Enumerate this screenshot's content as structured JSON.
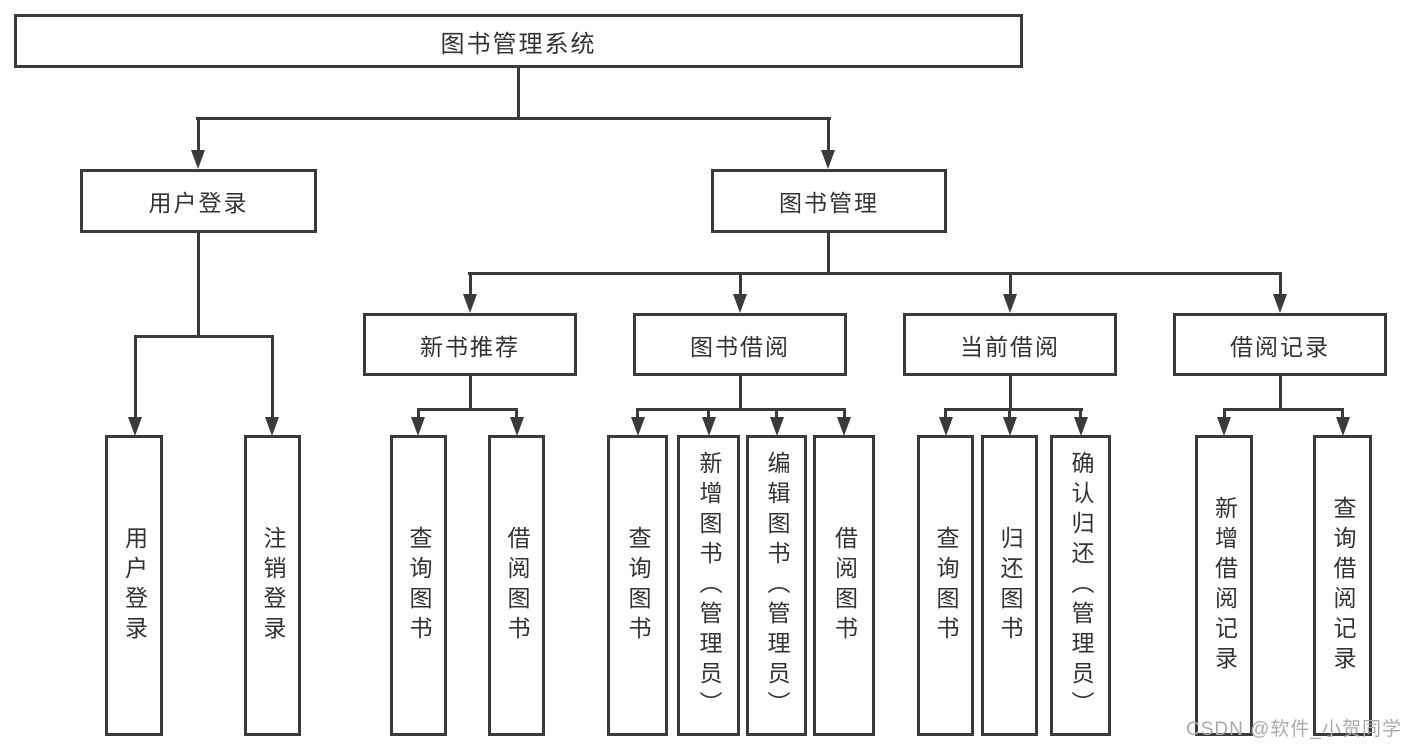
{
  "colors": {
    "line": "#3a3a3a",
    "text": "#333333",
    "watermark": "#ababab",
    "background": "#ffffff"
  },
  "tree": {
    "root": {
      "label": "图书管理系统"
    },
    "branches": [
      {
        "label": "用户登录",
        "children": [
          {
            "label": "用户登录"
          },
          {
            "label": "注销登录"
          }
        ]
      },
      {
        "label": "图书管理",
        "children": [
          {
            "label": "新书推荐",
            "children": [
              {
                "label": "查询图书"
              },
              {
                "label": "借阅图书"
              }
            ]
          },
          {
            "label": "图书借阅",
            "children": [
              {
                "label": "查询图书"
              },
              {
                "label": "新增图书（管理员）"
              },
              {
                "label": "编辑图书（管理员）"
              },
              {
                "label": "借阅图书"
              }
            ]
          },
          {
            "label": "当前借阅",
            "children": [
              {
                "label": "查询图书"
              },
              {
                "label": "归还图书"
              },
              {
                "label": "确认归还（管理员）"
              }
            ]
          },
          {
            "label": "借阅记录",
            "children": [
              {
                "label": "新增借阅记录"
              },
              {
                "label": "查询借阅记录"
              }
            ]
          }
        ]
      }
    ]
  },
  "watermark": {
    "text": "CSDN @软件_小贺同学"
  }
}
